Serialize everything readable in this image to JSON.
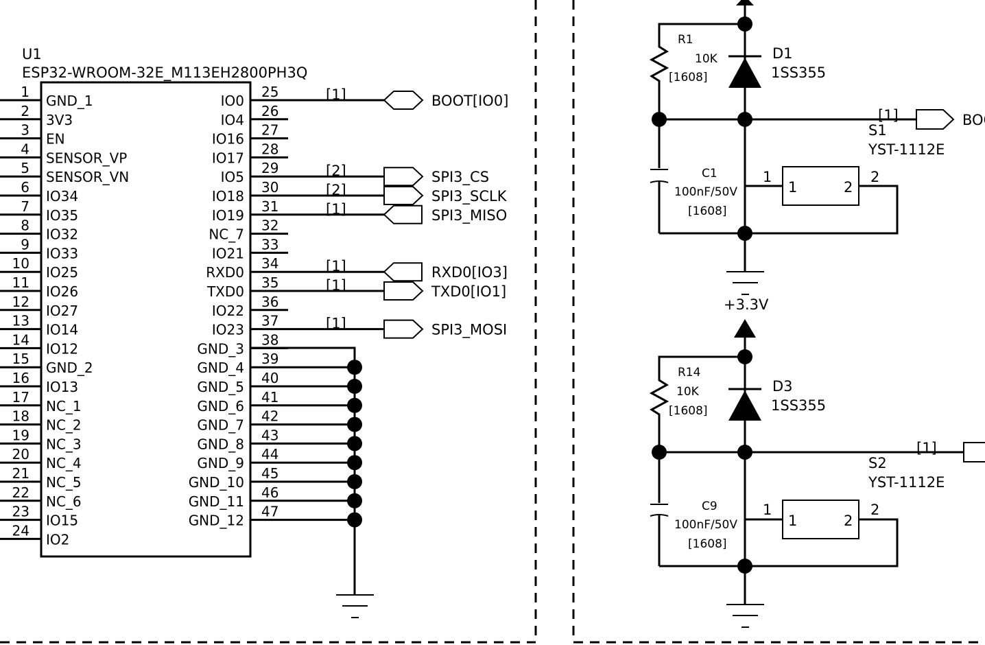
{
  "u1": {
    "ref": "U1",
    "part": "ESP32-WROOM-32E_M113EH2800PH3Q",
    "left_pins": [
      {
        "num": "1",
        "name": "GND_1"
      },
      {
        "num": "2",
        "name": "3V3"
      },
      {
        "num": "3",
        "name": "EN"
      },
      {
        "num": "4",
        "name": "SENSOR_VP"
      },
      {
        "num": "5",
        "name": "SENSOR_VN"
      },
      {
        "num": "6",
        "name": "IO34"
      },
      {
        "num": "7",
        "name": "IO35"
      },
      {
        "num": "8",
        "name": "IO32"
      },
      {
        "num": "9",
        "name": "IO33"
      },
      {
        "num": "10",
        "name": "IO25"
      },
      {
        "num": "11",
        "name": "IO26"
      },
      {
        "num": "12",
        "name": "IO27"
      },
      {
        "num": "13",
        "name": "IO14"
      },
      {
        "num": "14",
        "name": "IO12"
      },
      {
        "num": "15",
        "name": "GND_2"
      },
      {
        "num": "16",
        "name": "IO13"
      },
      {
        "num": "17",
        "name": "NC_1"
      },
      {
        "num": "18",
        "name": "NC_2"
      },
      {
        "num": "19",
        "name": "NC_3"
      },
      {
        "num": "20",
        "name": "NC_4"
      },
      {
        "num": "21",
        "name": "NC_5"
      },
      {
        "num": "22",
        "name": "NC_6"
      },
      {
        "num": "23",
        "name": "IO15"
      },
      {
        "num": "24",
        "name": "IO2"
      }
    ],
    "right_pins": [
      {
        "num": "25",
        "name": "IO0"
      },
      {
        "num": "26",
        "name": "IO4"
      },
      {
        "num": "27",
        "name": "IO16"
      },
      {
        "num": "28",
        "name": "IO17"
      },
      {
        "num": "29",
        "name": "IO5"
      },
      {
        "num": "30",
        "name": "IO18"
      },
      {
        "num": "31",
        "name": "IO19"
      },
      {
        "num": "32",
        "name": "NC_7"
      },
      {
        "num": "33",
        "name": "IO21"
      },
      {
        "num": "34",
        "name": "RXD0"
      },
      {
        "num": "35",
        "name": "TXD0"
      },
      {
        "num": "36",
        "name": "IO22"
      },
      {
        "num": "37",
        "name": "IO23"
      },
      {
        "num": "38",
        "name": "GND_3"
      },
      {
        "num": "39",
        "name": "GND_4"
      },
      {
        "num": "40",
        "name": "GND_5"
      },
      {
        "num": "41",
        "name": "GND_6"
      },
      {
        "num": "42",
        "name": "GND_7"
      },
      {
        "num": "43",
        "name": "GND_8"
      },
      {
        "num": "44",
        "name": "GND_9"
      },
      {
        "num": "45",
        "name": "GND_10"
      },
      {
        "num": "46",
        "name": "GND_11"
      },
      {
        "num": "47",
        "name": "GND_12"
      }
    ]
  },
  "net_ports": [
    {
      "pin": "25",
      "ref": "[1]",
      "name": "BOOT[IO0]",
      "dir": "bidir"
    },
    {
      "pin": "29",
      "ref": "[2]",
      "name": "SPI3_CS",
      "dir": "out"
    },
    {
      "pin": "30",
      "ref": "[2]",
      "name": "SPI3_SCLK",
      "dir": "out"
    },
    {
      "pin": "31",
      "ref": "[1]",
      "name": "SPI3_MISO",
      "dir": "in"
    },
    {
      "pin": "34",
      "ref": "[1]",
      "name": "RXD0[IO3]",
      "dir": "in"
    },
    {
      "pin": "35",
      "ref": "[1]",
      "name": "TXD0[IO1]",
      "dir": "out"
    },
    {
      "pin": "37",
      "ref": "[1]",
      "name": "SPI3_MOSI",
      "dir": "out"
    }
  ],
  "circuit1": {
    "r": {
      "ref": "R1",
      "value": "10K",
      "pkg": "[1608]"
    },
    "d": {
      "ref": "D1",
      "part": "1SS355"
    },
    "c": {
      "ref": "C1",
      "value": "100nF/50V",
      "pkg": "[1608]"
    },
    "s": {
      "ref": "S1",
      "part": "YST-1112E",
      "pin1": "1",
      "pin2": "2"
    },
    "port": {
      "ref": "[1]",
      "name": "BOO"
    }
  },
  "circuit2": {
    "supply": "+3.3V",
    "r": {
      "ref": "R14",
      "value": "10K",
      "pkg": "[1608]"
    },
    "d": {
      "ref": "D3",
      "part": "1SS355"
    },
    "c": {
      "ref": "C9",
      "value": "100nF/50V",
      "pkg": "[1608]"
    },
    "s": {
      "ref": "S2",
      "part": "YST-1112E",
      "pin1": "1",
      "pin2": "2"
    },
    "port": {
      "ref": "[1]"
    }
  }
}
